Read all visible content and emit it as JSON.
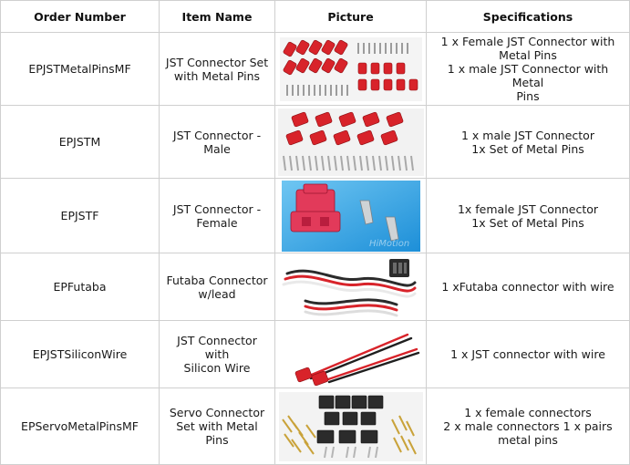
{
  "headers": {
    "order": "Order Number",
    "item": "Item Name",
    "picture": "Picture",
    "spec": "Specifications"
  },
  "rows": [
    {
      "order": "EPJSTMetalPinsMF",
      "item": [
        "JST Connector Set",
        "with Metal Pins"
      ],
      "spec": [
        "1 x Female JST Connector with",
        "Metal Pins",
        "1 x male JST Connector with Metal",
        "Pins"
      ],
      "picture_icon": "jst-connector-set-photo"
    },
    {
      "order": "EPJSTM",
      "item": [
        "JST Connector -",
        "Male"
      ],
      "spec": [
        "1 x male JST Connector",
        "1x Set of Metal Pins"
      ],
      "picture_icon": "jst-male-connector-photo"
    },
    {
      "order": "EPJSTF",
      "item": [
        "JST Connector -",
        "Female"
      ],
      "spec": [
        "1x female JST Connector",
        "1x Set of Metal Pins"
      ],
      "picture_icon": "jst-female-connector-photo",
      "watermark": "HiMotion"
    },
    {
      "order": "EPFutaba",
      "item": [
        "Futaba Connector",
        "w/lead"
      ],
      "spec": [
        "1 xFutaba connector with wire"
      ],
      "picture_icon": "futaba-connector-wire-photo"
    },
    {
      "order": "EPJSTSiliconWire",
      "item": [
        "JST Connector with",
        "Silicon Wire"
      ],
      "spec": [
        "1 x JST connector with wire"
      ],
      "picture_icon": "jst-silicon-wire-photo"
    },
    {
      "order": "EPServoMetalPinsMF",
      "item": [
        "Servo Connector",
        "Set with Metal Pins"
      ],
      "spec": [
        "1 x female connectors",
        "2 x male connectors 1 x pairs",
        "metal pins"
      ],
      "picture_icon": "servo-connector-set-photo"
    }
  ],
  "colors": {
    "jst_red": "#d8232a",
    "pin_silver": "#b9b9b9",
    "blue_bg": "#2aa3e6",
    "black_plastic": "#2b2b2b",
    "wire_white": "#f2f2f2"
  }
}
